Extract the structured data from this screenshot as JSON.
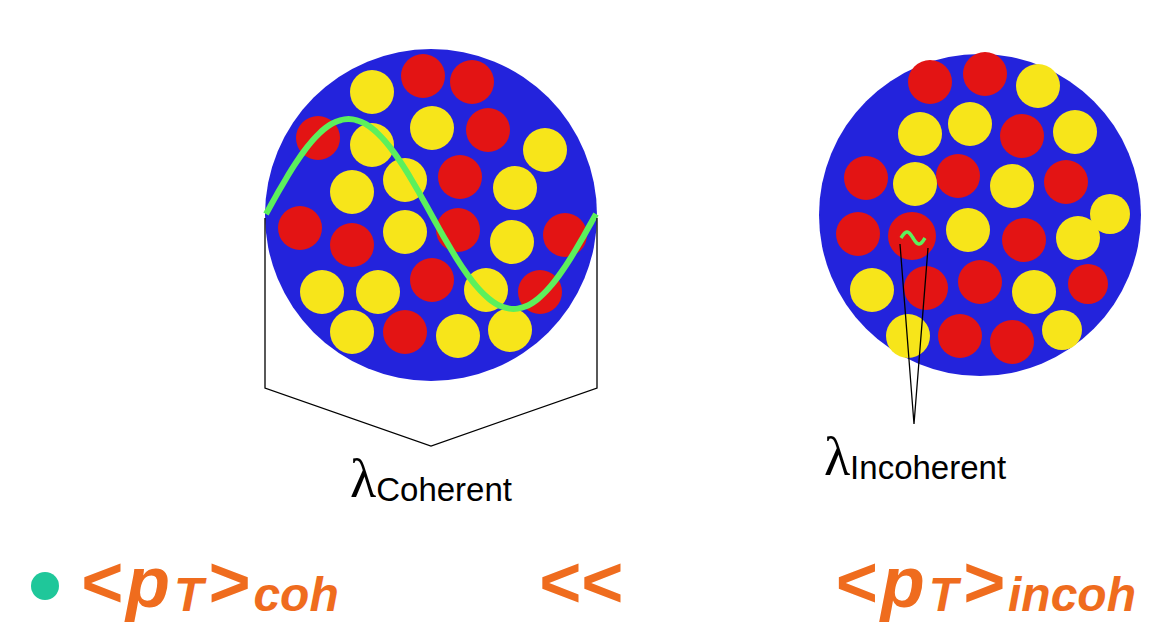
{
  "diagram": {
    "labels": [
      "λ",
      "Coherent",
      "λ",
      "Incoherent",
      "<",
      "p",
      "T",
      ">",
      "coh",
      "<<",
      "<",
      "p",
      "T",
      ">",
      "incoh"
    ]
  }
}
